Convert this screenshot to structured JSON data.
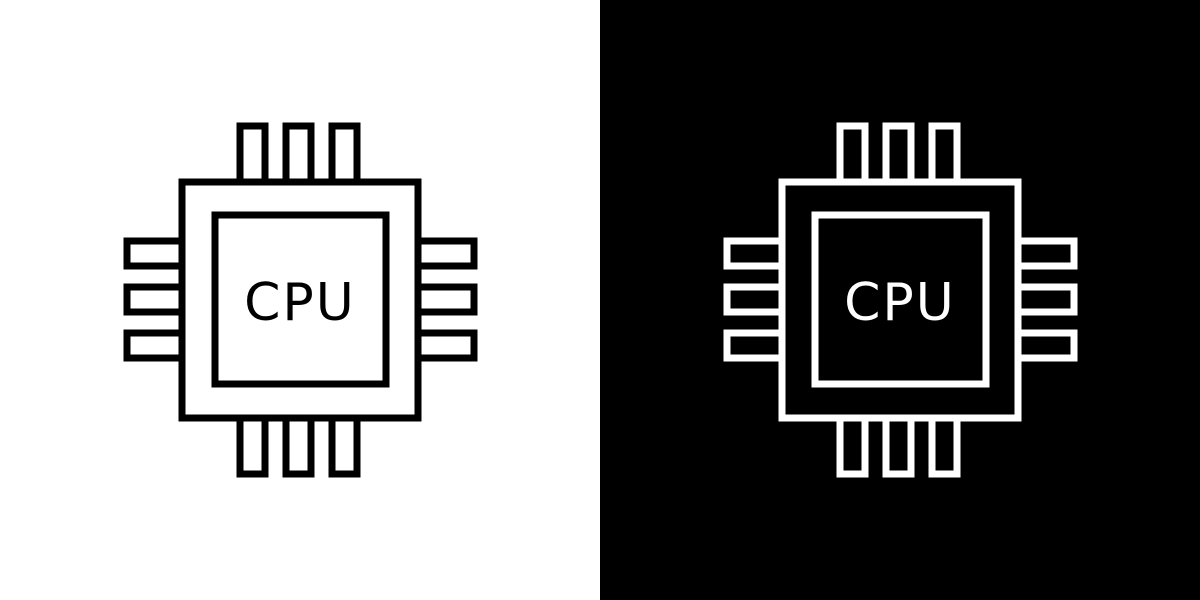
{
  "panels": [
    {
      "theme": "light",
      "background": "#FFFFFF",
      "stroke": "#000000",
      "icon": "cpu-chip-icon",
      "label": "CPU"
    },
    {
      "theme": "dark",
      "background": "#000000",
      "stroke": "#FFFFFF",
      "icon": "cpu-chip-icon",
      "label": "CPU"
    }
  ]
}
